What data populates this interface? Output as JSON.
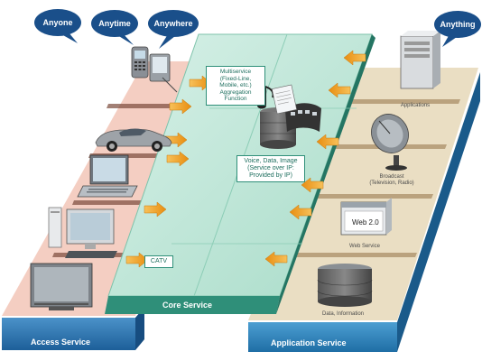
{
  "bubbles": {
    "anyone": "Anyone",
    "anytime": "Anytime",
    "anywhere": "Anywhere",
    "anything": "Anything"
  },
  "core_labels": {
    "multiservice": "Multiservice\n(Fixed-Line,\nMobile, etc.)\nAggregation Function",
    "voice_data_image": "Voice, Data, Image\n(Service over IP:\nProvided by IP)",
    "catv": "CATV"
  },
  "app_captions": {
    "applications": "Applications",
    "broadcast": "Broadcast\n(Television, Radio)",
    "web_service": "Web Service",
    "data_information": "Data, Information"
  },
  "web_box_text": "Web 2.0",
  "bands": {
    "access_service": "Access Service",
    "core_service": "Core Service",
    "application_service": "Application Service"
  },
  "colors": {
    "bubble_blue": "#1a4f8a",
    "access_band": "#2a6fa8",
    "core_green": "#bfe5d8",
    "app_band": "#2a7bb0",
    "arrow_orange": "#f0a020",
    "access_pink": "#f3c9bb",
    "app_beige": "#e9dcc0"
  }
}
